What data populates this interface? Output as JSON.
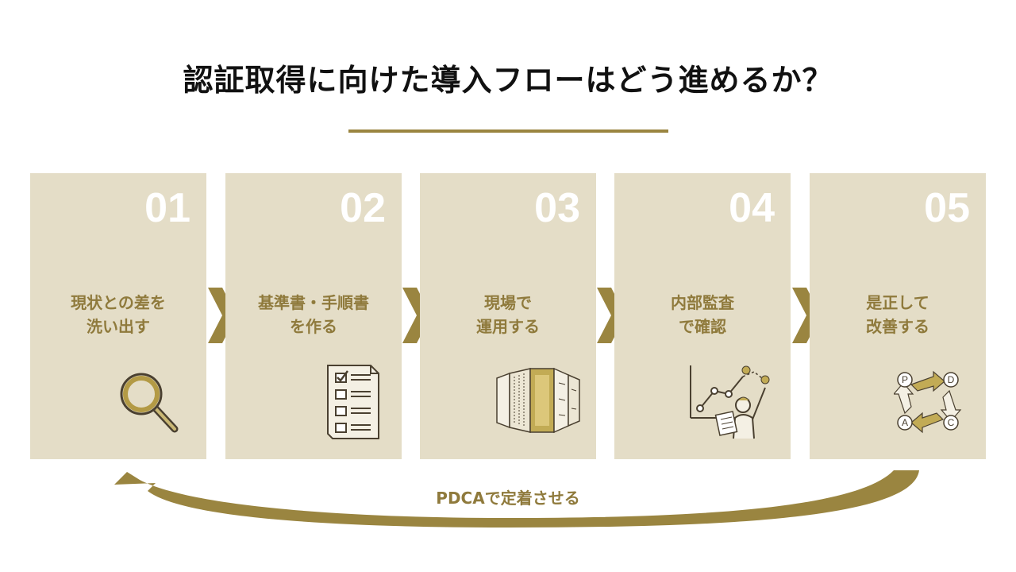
{
  "title": "認証取得に向けた導入フローはどう進めるか？",
  "colors": {
    "accent": "#9a8540",
    "card_bg": "#e4ddc7",
    "label": "#8f7a3c",
    "number": "#ffffff"
  },
  "steps": [
    {
      "number": "01",
      "line1": "現状との差を",
      "line2": "洗い出す",
      "icon": "magnifier-icon"
    },
    {
      "number": "02",
      "line1": "基準書・手順書",
      "line2": "を作る",
      "icon": "checklist-icon"
    },
    {
      "number": "03",
      "line1": "現場で",
      "line2": "運用する",
      "icon": "server-rack-icon"
    },
    {
      "number": "04",
      "line1": "内部監査",
      "line2": "で確認",
      "icon": "audit-chart-icon"
    },
    {
      "number": "05",
      "line1": "是正して",
      "line2": "改善する",
      "icon": "pdca-cycle-icon"
    }
  ],
  "pdca": {
    "p": "P",
    "d": "D",
    "c": "C",
    "a": "A"
  },
  "loop_label": "PDCAで定着させる"
}
